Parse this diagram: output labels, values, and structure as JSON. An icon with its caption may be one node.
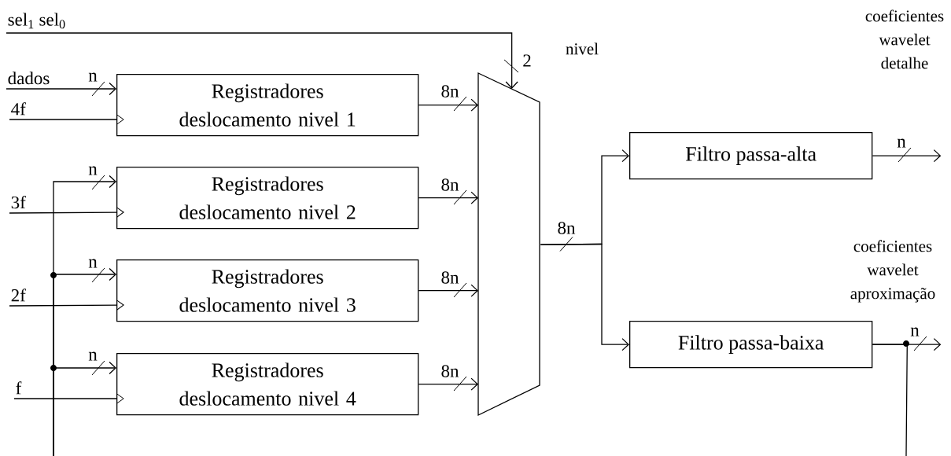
{
  "diagram": {
    "nodes": [
      {
        "text": [
          "sel$_{1}$ sel$_{0}$"
        ]
      },
      {
        "text": [
          "dados"
        ]
      },
      {
        "text": [
          "4f"
        ]
      },
      {
        "text": [
          "3f"
        ]
      },
      {
        "text": [
          "2f"
        ]
      },
      {
        "text": [
          "f"
        ]
      },
      {
        "text": [
          "Registradores deslocamento nivel 1"
        ]
      },
      {
        "text": [
          "Registradores deslocamento nivel 2"
        ]
      },
      {
        "text": [
          "Registradores deslocamento nivel 3"
        ]
      },
      {
        "text": [
          "Registradores deslocamento nivel 4"
        ]
      },
      {
        "text": [],
        "shape": "trapezoid"
      },
      {
        "text": [
          "Filtro passa-alta"
        ]
      },
      {
        "text": [
          "Filtro passa-baixa"
        ]
      }
    ],
    "edges": [
      {
        "from": 0,
        "to": 10,
        "arrow": "to",
        "label": "2"
      },
      {
        "from": 1,
        "to": 6,
        "arrow": "to",
        "label": "n"
      },
      {
        "from": 2,
        "to": 6,
        "arrow": "to"
      },
      {
        "from": 3,
        "to": 7,
        "arrow": "to"
      },
      {
        "from": 4,
        "to": 8,
        "arrow": "to"
      },
      {
        "from": 5,
        "to": 9,
        "arrow": "to"
      },
      {
        "from": null,
        "to": 7,
        "arrow": "to",
        "label": "n"
      },
      {
        "from": null,
        "to": 8,
        "arrow": "to",
        "label": "n"
      },
      {
        "from": null,
        "to": 9,
        "arrow": "to",
        "label": "n"
      },
      {
        "from": 6,
        "to": 10,
        "arrow": "to",
        "label": "8n"
      },
      {
        "from": 7,
        "to": 10,
        "arrow": "to",
        "label": "8n"
      },
      {
        "from": 8,
        "to": 10,
        "arrow": "to",
        "label": "8n"
      },
      {
        "from": 9,
        "to": 10,
        "arrow": "to",
        "label": "8n"
      },
      {
        "from": 10,
        "to": 11,
        "arrow": "to",
        "label": "8n"
      },
      {
        "from": 10,
        "to": 12,
        "arrow": "to"
      },
      {
        "from": 11,
        "to": null,
        "arrow": "to",
        "label": "n"
      },
      {
        "from": 12,
        "to": null,
        "arrow": "to",
        "label": "n"
      },
      {
        "from": 12,
        "to": null,
        "arrow": "none"
      }
    ],
    "labels": [
      "nivel",
      "coeficientes wavelet detalhe",
      "coeficientes wavelet aproximação"
    ]
  }
}
